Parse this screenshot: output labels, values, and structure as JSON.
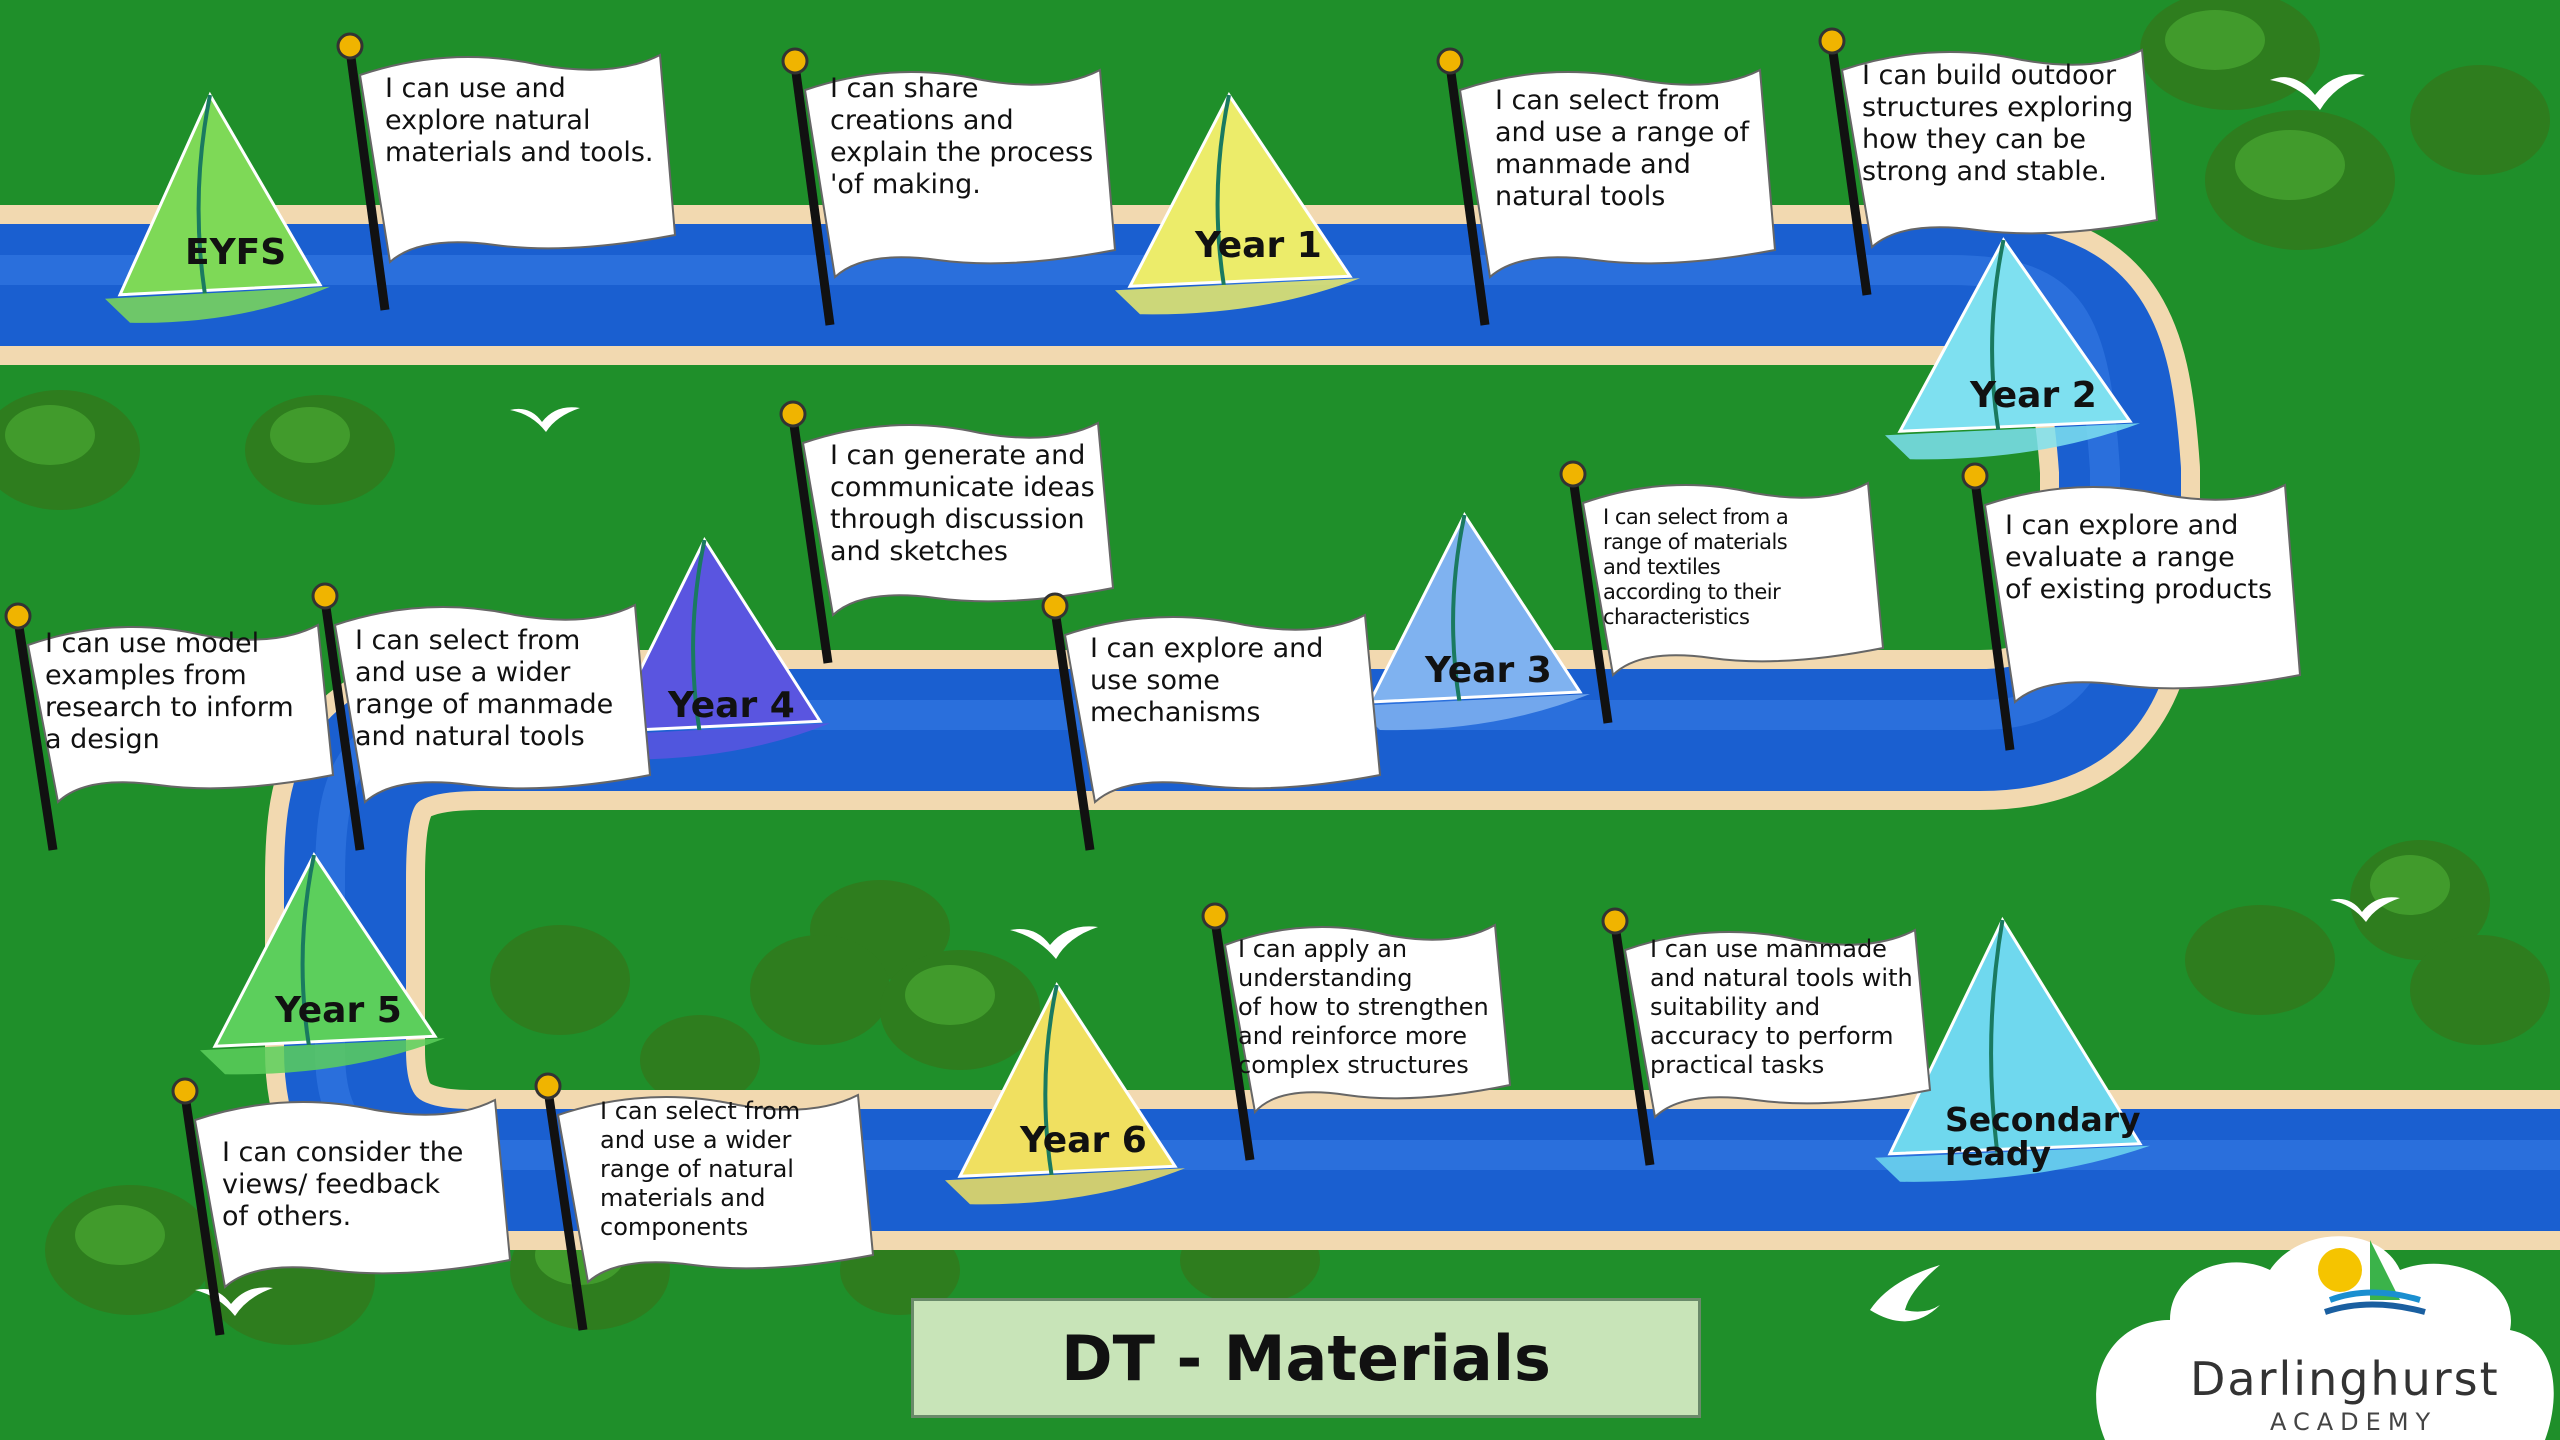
{
  "title": "DT - Materials",
  "logo": {
    "name": "Darlinghurst",
    "sub": "ACADEMY"
  },
  "colors": {
    "grass": "#1f8f2a",
    "river": "#1a5fd0",
    "bank": "#f2d9b0",
    "title_bg": "#c8e4b8"
  },
  "boats": [
    {
      "id": "eyfs",
      "label": "EYFS",
      "color": "#7ed957"
    },
    {
      "id": "year1",
      "label": "Year 1",
      "color": "#ecec6a"
    },
    {
      "id": "year2",
      "label": "Year 2",
      "color": "#7ee0f0"
    },
    {
      "id": "year3",
      "label": "Year 3",
      "color": "#7fb2f0"
    },
    {
      "id": "year4",
      "label": "Year 4",
      "color": "#5a55e0"
    },
    {
      "id": "year5",
      "label": "Year 5",
      "color": "#5ccf5c"
    },
    {
      "id": "year6",
      "label": "Year 6",
      "color": "#f0e060"
    },
    {
      "id": "secondary",
      "label": "Secondary\nready",
      "color": "#6fd8ee"
    }
  ],
  "flags": [
    {
      "id": "f1",
      "text": "I can use and\nexplore natural\nmaterials and tools."
    },
    {
      "id": "f2",
      "text": "I can share\ncreations and\nexplain the process\n'of making."
    },
    {
      "id": "f3",
      "text": "I can select from\nand use a range of\nmanmade and\nnatural tools"
    },
    {
      "id": "f4",
      "text": "I can build outdoor\nstructures exploring\nhow they can be\nstrong and stable."
    },
    {
      "id": "f5",
      "text": "I can generate and\ncommunicate ideas\nthrough discussion\nand sketches"
    },
    {
      "id": "f6",
      "text": "I can select from a\nrange of materials\nand textiles\naccording to their\ncharacteristics"
    },
    {
      "id": "f7",
      "text": "I can explore and\nevaluate a range\nof existing products"
    },
    {
      "id": "f8",
      "text": "I can use model\n examples from\nresearch to inform\na design"
    },
    {
      "id": "f9",
      "text": "I can select from\nand use a wider\nrange of manmade\nand natural tools"
    },
    {
      "id": "f10",
      "text": "I can explore and\nuse some\nmechanisms"
    },
    {
      "id": "f11",
      "text": "I can apply an\nunderstanding\nof how to strengthen\nand reinforce more\ncomplex structures"
    },
    {
      "id": "f12",
      "text": "I can use manmade\nand natural tools with\nsuitability and\naccuracy to perform\npractical tasks"
    },
    {
      "id": "f13",
      "text": "I can consider the\nviews/ feedback\nof others."
    },
    {
      "id": "f14",
      "text": "I can select from\nand use a wider\nrange of natural\nmaterials and\ncomponents"
    }
  ]
}
